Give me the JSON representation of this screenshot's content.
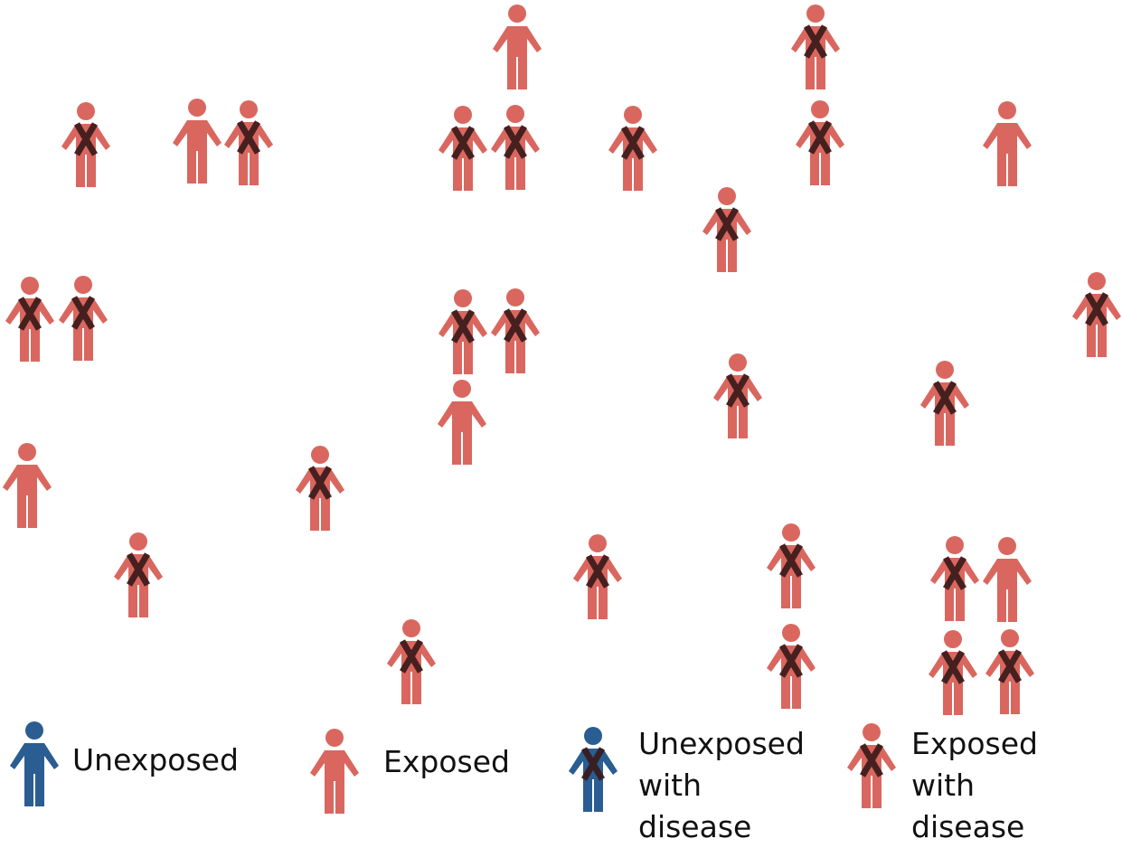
{
  "colors": {
    "unexposed": "#2a5d91",
    "exposed": "#d9675f",
    "disease_mark": "#3a1a1a"
  },
  "population": {
    "people": [
      {
        "group": "exposed",
        "disease": false
      },
      {
        "group": "exposed",
        "disease": true
      },
      {
        "group": "exposed",
        "disease": true
      },
      {
        "group": "exposed",
        "disease": false
      },
      {
        "group": "exposed",
        "disease": true
      },
      {
        "group": "exposed",
        "disease": true
      },
      {
        "group": "exposed",
        "disease": true
      },
      {
        "group": "exposed",
        "disease": true
      },
      {
        "group": "exposed",
        "disease": true
      },
      {
        "group": "exposed",
        "disease": false
      },
      {
        "group": "exposed",
        "disease": true
      },
      {
        "group": "exposed",
        "disease": true
      },
      {
        "group": "exposed",
        "disease": true
      },
      {
        "group": "exposed",
        "disease": true
      },
      {
        "group": "exposed",
        "disease": true
      },
      {
        "group": "exposed",
        "disease": true
      },
      {
        "group": "exposed",
        "disease": false
      },
      {
        "group": "exposed",
        "disease": true
      },
      {
        "group": "exposed",
        "disease": true
      },
      {
        "group": "exposed",
        "disease": false
      },
      {
        "group": "exposed",
        "disease": true
      },
      {
        "group": "exposed",
        "disease": true
      },
      {
        "group": "exposed",
        "disease": true
      },
      {
        "group": "exposed",
        "disease": true
      },
      {
        "group": "exposed",
        "disease": true
      },
      {
        "group": "exposed",
        "disease": false
      },
      {
        "group": "exposed",
        "disease": true
      },
      {
        "group": "exposed",
        "disease": true
      },
      {
        "group": "exposed",
        "disease": true
      },
      {
        "group": "exposed",
        "disease": true
      }
    ]
  },
  "legend": {
    "unexposed": {
      "label": "Unexposed",
      "icon": "person-icon",
      "group": "unexposed",
      "disease": false
    },
    "exposed": {
      "label": "Exposed",
      "icon": "person-icon",
      "group": "exposed",
      "disease": false
    },
    "unexposed_disease": {
      "label": "Unexposed\nwith disease",
      "icon": "person-with-disease-icon",
      "group": "unexposed",
      "disease": true
    },
    "exposed_disease": {
      "label": "Exposed\nwith disease",
      "icon": "person-with-disease-icon",
      "group": "exposed",
      "disease": true
    }
  }
}
